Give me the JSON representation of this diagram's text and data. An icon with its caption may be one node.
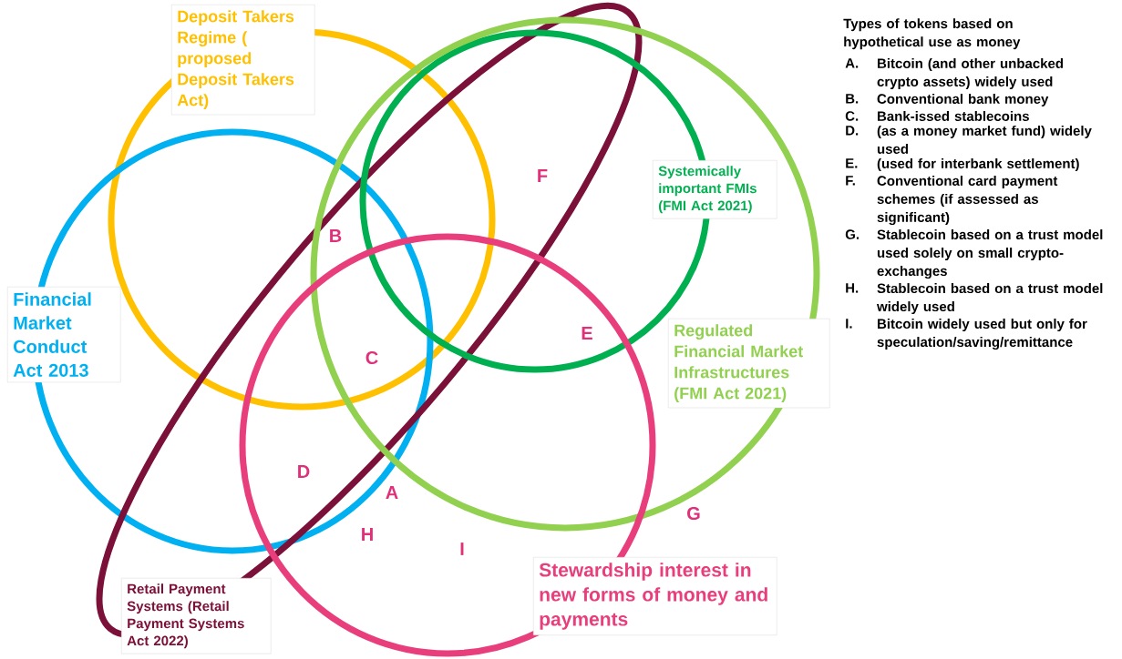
{
  "diagram": {
    "nodes": [
      {
        "text": [
          "Deposit Takers Regime ( proposed Deposit Takers Act)"
        ]
      },
      {
        "text": [
          "Financial Market Conduct Act 2013"
        ]
      },
      {
        "text": [
          "Retail Payment Systems (Retail Payment Systems Act 2022)"
        ]
      },
      {
        "text": [
          "Systemically important FMIs (FMI Act 2021)"
        ],
        "in": 4
      },
      {
        "text": [
          "Regulated Financial Market Infrastructures (FMI Act 2021)"
        ]
      },
      {
        "text": [
          "Stewardship interest in new forms of money and payments"
        ]
      }
    ],
    "labels": [
      "F",
      "B",
      "C",
      "E",
      "D",
      "A",
      "G",
      "H",
      "I",
      "Types of tokens based on hypothetical use as money",
      "A.",
      "Bitcoin (and other unbacked crypto assets) widely used",
      "B.",
      "Conventional bank money",
      "C.",
      "Bank-issed stablecoins",
      "D.",
      "(as a money market fund) widely used",
      "E.",
      "(used for interbank settlement)",
      "F.",
      "Conventional card payment schemes (if assessed as significant)",
      "G.",
      "Stablecoin based on a trust model used solely on small crypto-exchanges",
      "H.",
      "Stablecoin based on a trust model widely used",
      "I.",
      "Bitcoin widely used but only for speculation/saving/remittance"
    ]
  }
}
